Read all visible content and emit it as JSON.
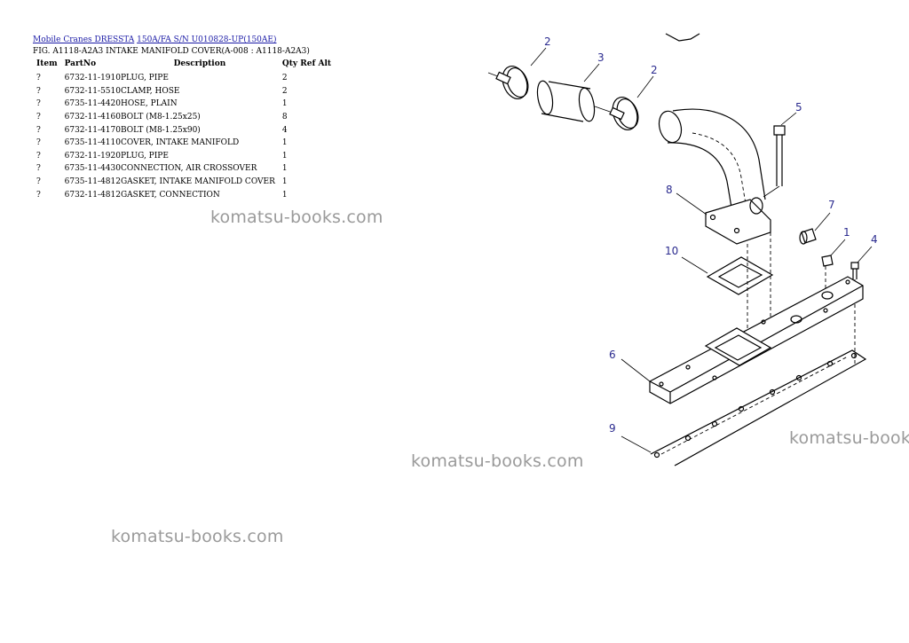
{
  "breadcrumb": {
    "part1": "Mobile Cranes DRESSTA",
    "part2": "150A/FA S/N U010828-UP(150AE)"
  },
  "figure_title": "FIG. A1118-A2A3 INTAKE MANIFOLD COVER(A-008 : A1118-A2A3)",
  "table": {
    "headers": {
      "item": "Item",
      "partno": "PartNo",
      "description": "Description",
      "qty": "Qty Ref Alt"
    },
    "rows": [
      {
        "item": "?",
        "partno": "6732-11-1910",
        "description": "PLUG, PIPE",
        "qty": "2"
      },
      {
        "item": "?",
        "partno": "6732-11-5510",
        "description": "CLAMP, HOSE",
        "qty": "2"
      },
      {
        "item": "?",
        "partno": "6735-11-4420",
        "description": "HOSE, PLAIN",
        "qty": "1"
      },
      {
        "item": "?",
        "partno": "6732-11-4160",
        "description": "BOLT (M8-1.25x25)",
        "qty": "8"
      },
      {
        "item": "?",
        "partno": "6732-11-4170",
        "description": "BOLT (M8-1.25x90)",
        "qty": "4"
      },
      {
        "item": "?",
        "partno": "6735-11-4110",
        "description": "COVER, INTAKE MANIFOLD",
        "qty": "1"
      },
      {
        "item": "?",
        "partno": "6732-11-1920",
        "description": "PLUG, PIPE",
        "qty": "1"
      },
      {
        "item": "?",
        "partno": "6735-11-4430",
        "description": "CONNECTION, AIR CROSSOVER",
        "qty": "1"
      },
      {
        "item": "?",
        "partno": "6735-11-4812",
        "description": "GASKET, INTAKE MANIFOLD COVER",
        "qty": "1"
      },
      {
        "item": "?",
        "partno": "6732-11-4812",
        "description": "GASKET, CONNECTION",
        "qty": "1"
      }
    ]
  },
  "watermarks": [
    "komatsu-books.com",
    "komatsu-books.com",
    "komatsu-books.com",
    "komatsu-books.com"
  ],
  "diagram": {
    "callouts": [
      "2",
      "3",
      "2",
      "5",
      "8",
      "7",
      "1",
      "4",
      "10",
      "6",
      "9"
    ]
  },
  "colors": {
    "link": "#1a1aa6",
    "callout": "#2b2b8f",
    "watermark": "#9a9a9a"
  }
}
